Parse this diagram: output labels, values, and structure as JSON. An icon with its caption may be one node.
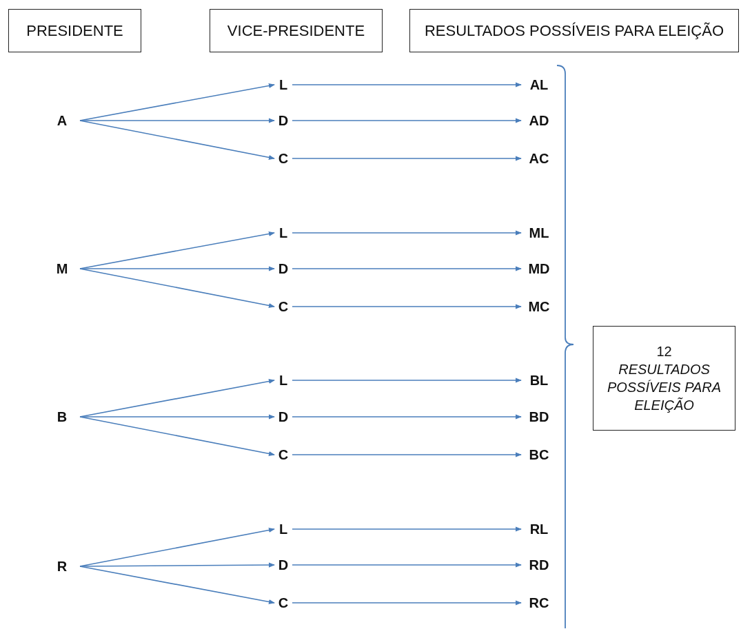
{
  "diagram": {
    "nodes": [
      {
        "text": [
          "PRESIDENTE"
        ]
      },
      {
        "text": [
          "VICE-PRESIDENTE"
        ]
      },
      {
        "text": [
          "RESULTADOS POSSÍVEIS PARA ELEIÇÃO"
        ]
      },
      {
        "text": [
          "A"
        ]
      },
      {
        "text": [
          "L"
        ]
      },
      {
        "text": [
          "D"
        ]
      },
      {
        "text": [
          "C"
        ]
      },
      {
        "text": [
          "AL"
        ]
      },
      {
        "text": [
          "AD"
        ]
      },
      {
        "text": [
          "AC"
        ]
      },
      {
        "text": [
          "M"
        ]
      },
      {
        "text": [
          "L"
        ]
      },
      {
        "text": [
          "D"
        ]
      },
      {
        "text": [
          "C"
        ]
      },
      {
        "text": [
          "ML"
        ]
      },
      {
        "text": [
          "MD"
        ]
      },
      {
        "text": [
          "MC"
        ]
      },
      {
        "text": [
          "B"
        ]
      },
      {
        "text": [
          "L"
        ]
      },
      {
        "text": [
          "D"
        ]
      },
      {
        "text": [
          "C"
        ]
      },
      {
        "text": [
          "BL"
        ]
      },
      {
        "text": [
          "BD"
        ]
      },
      {
        "text": [
          "BC"
        ]
      },
      {
        "text": [
          "R"
        ]
      },
      {
        "text": [
          "L"
        ]
      },
      {
        "text": [
          "D"
        ]
      },
      {
        "text": [
          "C"
        ]
      },
      {
        "text": [
          "RL"
        ]
      },
      {
        "text": [
          "RD"
        ]
      },
      {
        "text": [
          "RC"
        ]
      },
      {
        "text": [
          "12",
          "RESULTADOS POSSÍVEIS PARA ELEIÇÃO"
        ]
      }
    ],
    "edges": [
      {
        "from": 3,
        "to": 4,
        "arrow": "to"
      },
      {
        "from": 3,
        "to": 5,
        "arrow": "to"
      },
      {
        "from": 3,
        "to": 6,
        "arrow": "to"
      },
      {
        "from": 4,
        "to": 7,
        "arrow": "to"
      },
      {
        "from": 5,
        "to": 8,
        "arrow": "to"
      },
      {
        "from": 6,
        "to": 9,
        "arrow": "to"
      },
      {
        "from": 10,
        "to": 11,
        "arrow": "to"
      },
      {
        "from": 10,
        "to": 12,
        "arrow": "to"
      },
      {
        "from": 10,
        "to": 13,
        "arrow": "to"
      },
      {
        "from": 11,
        "to": 14,
        "arrow": "to"
      },
      {
        "from": 12,
        "to": 15,
        "arrow": "to"
      },
      {
        "from": 13,
        "to": 16,
        "arrow": "to"
      },
      {
        "from": 17,
        "to": 18,
        "arrow": "to"
      },
      {
        "from": 17,
        "to": 19,
        "arrow": "to"
      },
      {
        "from": 17,
        "to": 20,
        "arrow": "to"
      },
      {
        "from": 18,
        "to": 21,
        "arrow": "to"
      },
      {
        "from": 19,
        "to": 22,
        "arrow": "to"
      },
      {
        "from": 20,
        "to": 23,
        "arrow": "to"
      },
      {
        "from": 24,
        "to": 25,
        "arrow": "to"
      },
      {
        "from": 24,
        "to": 26,
        "arrow": "to"
      },
      {
        "from": 24,
        "to": 27,
        "arrow": "to"
      },
      {
        "from": 25,
        "to": 28,
        "arrow": "to"
      },
      {
        "from": 26,
        "to": 29,
        "arrow": "to"
      },
      {
        "from": 27,
        "to": 30,
        "arrow": "to"
      }
    ]
  }
}
